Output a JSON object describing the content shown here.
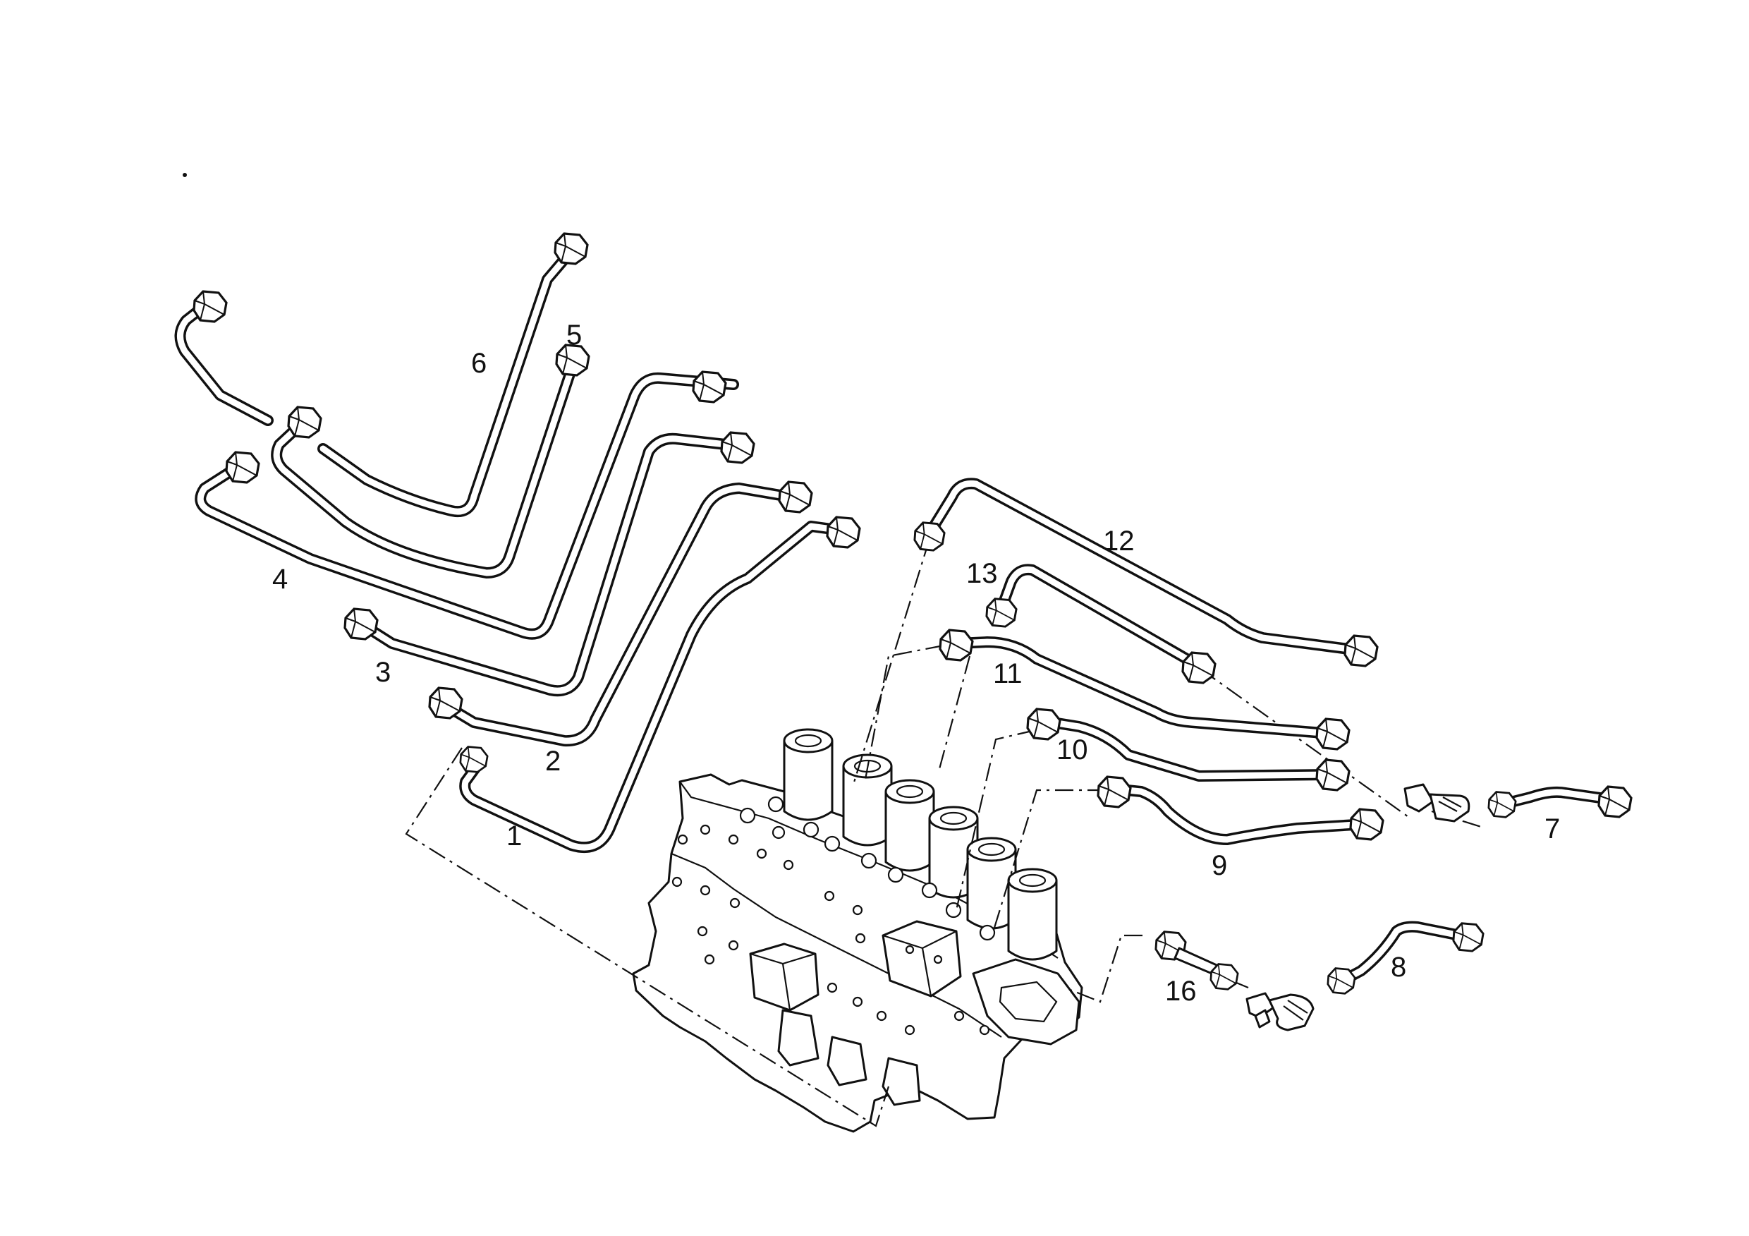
{
  "callouts": {
    "p1": "1",
    "p2": "2",
    "p3": "3",
    "p4": "4",
    "p5": "5",
    "p6": "6",
    "p7": "7",
    "p8": "8",
    "p9": "9",
    "p10": "10",
    "p11": "11",
    "p12": "12",
    "p13": "13",
    "p16": "16"
  }
}
